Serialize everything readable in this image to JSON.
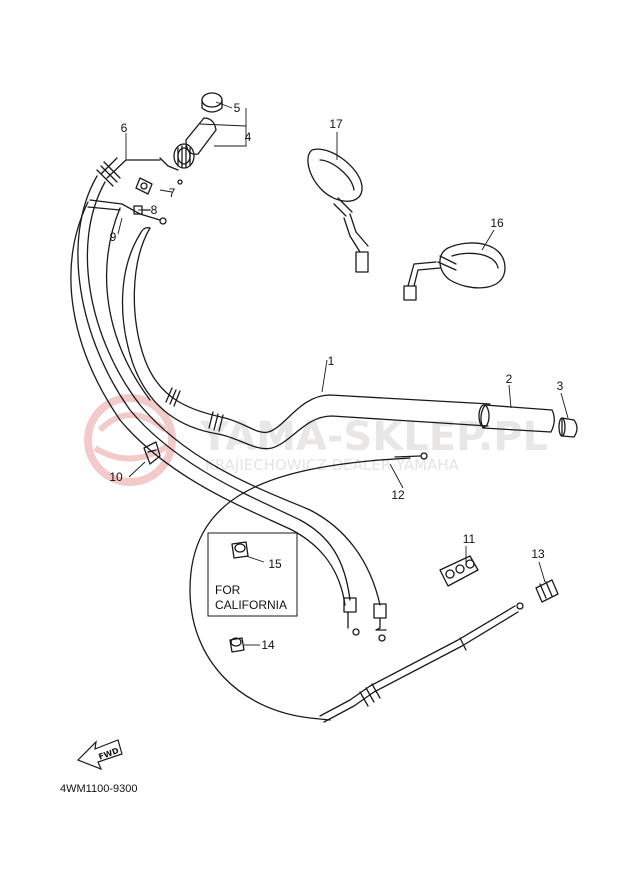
{
  "watermark": {
    "brand": "YAMA-SKLEP.PL",
    "dealer": "KRAJIECHOWICZ DEALER YAMAHA"
  },
  "parts": [
    {
      "id": "p1",
      "label": "1"
    },
    {
      "id": "p2",
      "label": "2"
    },
    {
      "id": "p3",
      "label": "3"
    },
    {
      "id": "p4",
      "label": "4"
    },
    {
      "id": "p5",
      "label": "5"
    },
    {
      "id": "p6",
      "label": "6"
    },
    {
      "id": "p7",
      "label": "7"
    },
    {
      "id": "p8",
      "label": "8"
    },
    {
      "id": "p9",
      "label": "9"
    },
    {
      "id": "p10",
      "label": "10"
    },
    {
      "id": "p11",
      "label": "11"
    },
    {
      "id": "p12",
      "label": "12"
    },
    {
      "id": "p13",
      "label": "13"
    },
    {
      "id": "p14",
      "label": "14"
    },
    {
      "id": "p15",
      "label": "15"
    },
    {
      "id": "p16",
      "label": "16"
    },
    {
      "id": "p17",
      "label": "17"
    }
  ],
  "california_box": {
    "line1": "FOR",
    "line2": "CALIFORNIA"
  },
  "fwd_label": "FWD",
  "diagram_code": "4WM1100-9300",
  "colors": {
    "ink": "#1a1a1a",
    "watermark": "#e8e4e4",
    "logo": "#f2caca"
  }
}
